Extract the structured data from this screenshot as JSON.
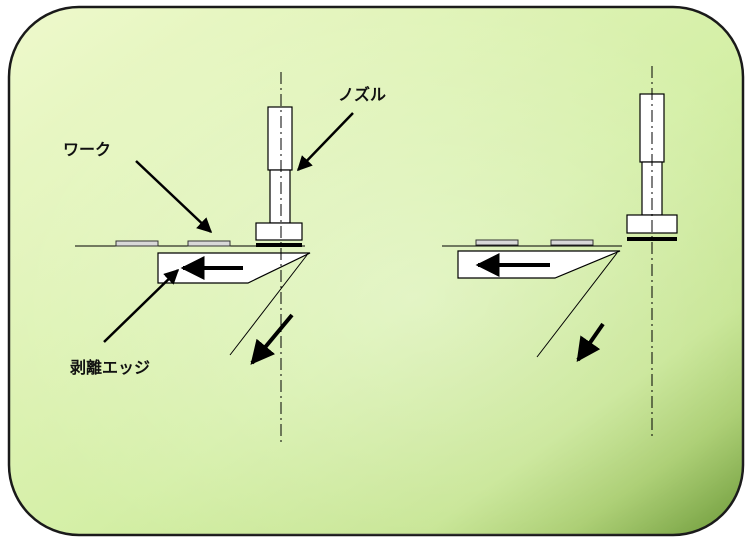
{
  "labels": {
    "nozzle": "ノズル",
    "work": "ワーク",
    "peel_edge": "剥離エッジ"
  },
  "colors": {
    "panel_light": "#f2fbd6",
    "panel_mid": "#cfe9a2",
    "panel_dark": "#6f9a3a",
    "ink": "#000000"
  }
}
